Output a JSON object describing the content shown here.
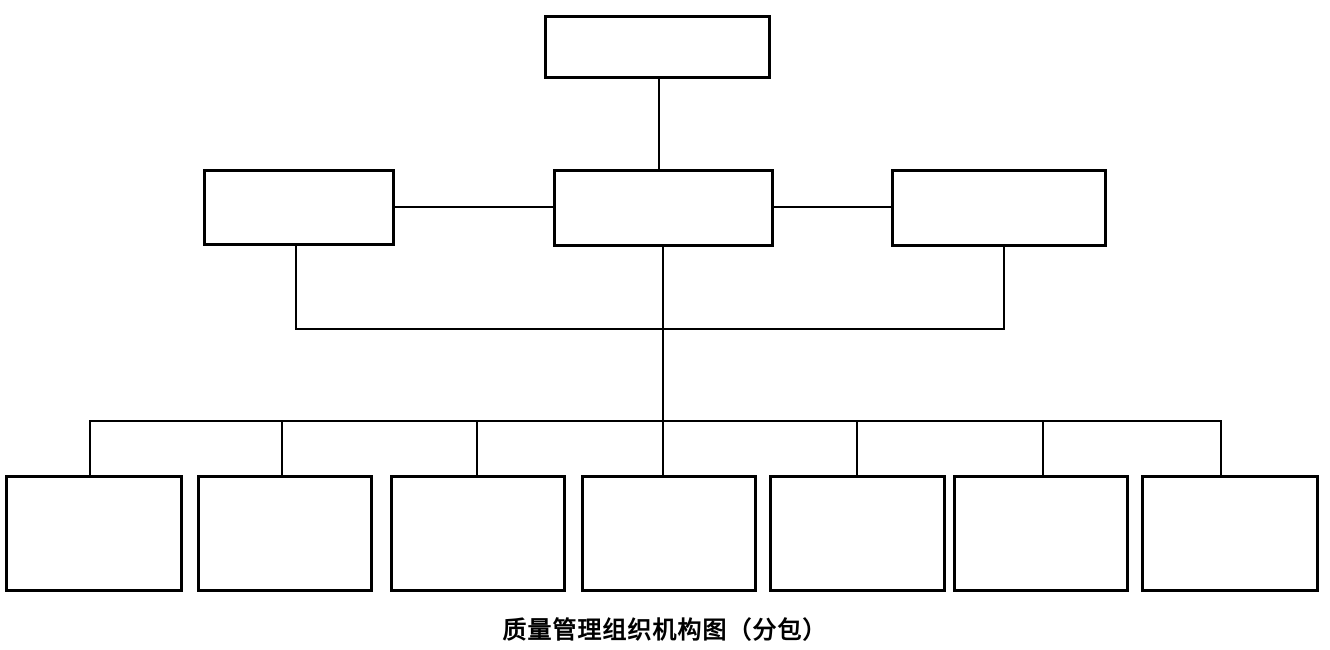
{
  "diagram": {
    "type": "org-chart",
    "caption": "质量管理组织机构图（分包）",
    "colors": {
      "line": "#000000",
      "node_border": "#000000",
      "background": "#ffffff"
    },
    "nodes": {
      "top": {
        "label": ""
      },
      "level2": [
        {
          "id": "left",
          "label": ""
        },
        {
          "id": "center",
          "label": ""
        },
        {
          "id": "right",
          "label": ""
        }
      ],
      "level3": [
        {
          "label": ""
        },
        {
          "label": ""
        },
        {
          "label": ""
        },
        {
          "label": ""
        },
        {
          "label": ""
        },
        {
          "label": ""
        },
        {
          "label": ""
        }
      ]
    }
  }
}
